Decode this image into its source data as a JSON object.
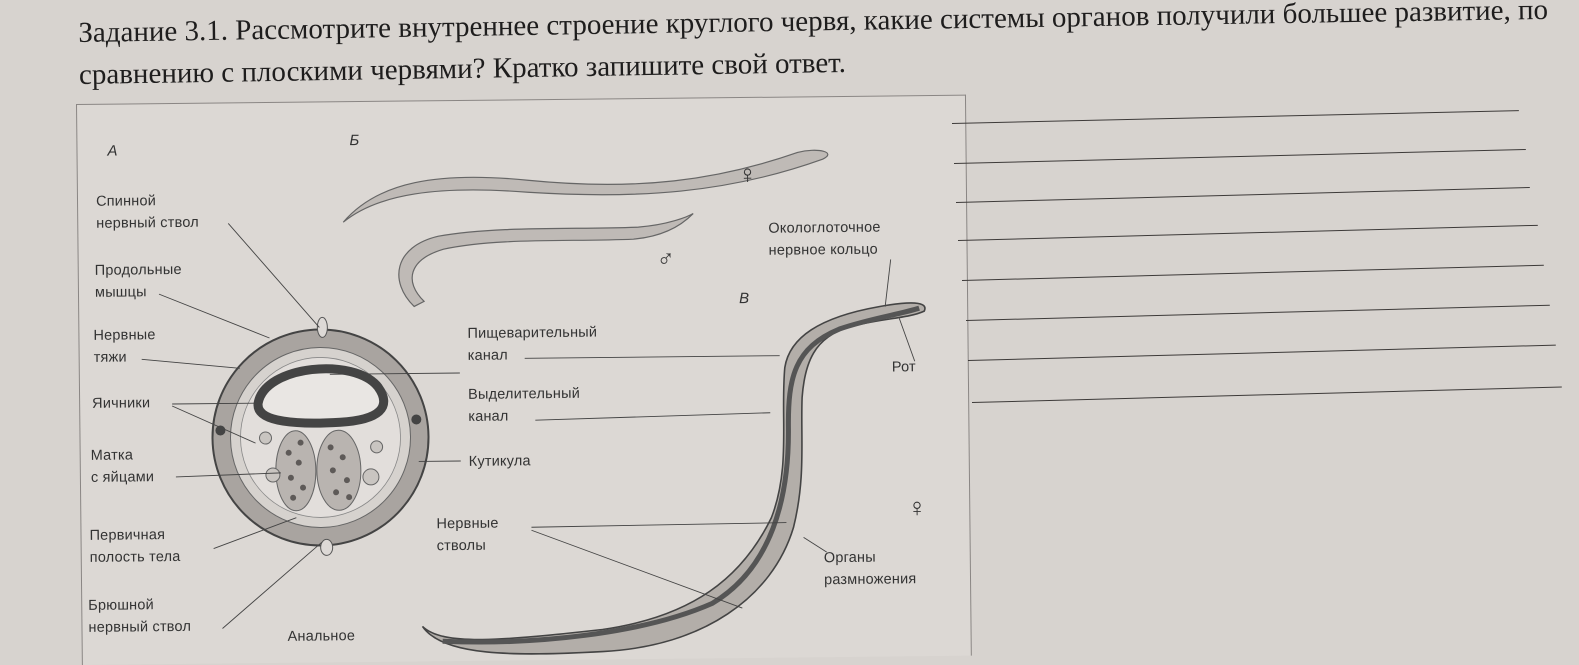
{
  "task": {
    "number": "Задание 3.1.",
    "text": "Рассмотрите внутреннее строение круглого червя, какие системы органов получили большее развитие, по сравнению с плоскими червями? Кратко запишите свой ответ."
  },
  "figure": {
    "panels": {
      "a": "А",
      "b": "Б",
      "v": "В"
    },
    "symbols": {
      "female": "♀",
      "male": "♂"
    },
    "labels": {
      "dorsal_nerve": "Спинной\nнервный ствол",
      "long_muscles": "Продольные\nмышцы",
      "nerve_cords": "Нервные\nтяжи",
      "ovaries": "Яичники",
      "uterus": "Матка\nс яйцами",
      "body_cavity": "Первичная\nполость тела",
      "ventral_nerve": "Брюшной\nнервный ствол",
      "digestive": "Пищеварительный\nканал",
      "excretory": "Выделительный\nканал",
      "cuticle": "Кутикула",
      "nerve_trunks": "Нервные\nстволы",
      "nerve_ring": "Окологлоточное\nнервное кольцо",
      "mouth": "Рот",
      "reproductive": "Органы\nразмножения",
      "anal": "Анальное"
    }
  },
  "answer": {
    "line_count": 8
  }
}
